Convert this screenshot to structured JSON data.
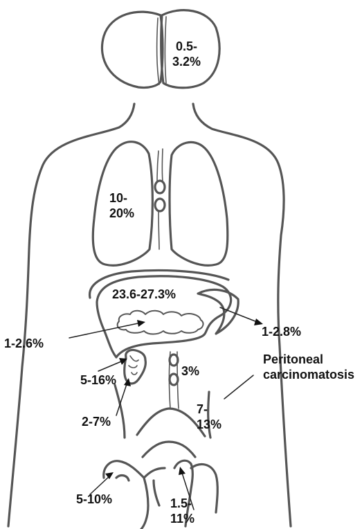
{
  "labels": {
    "brain": [
      "0.5-",
      "3.2%"
    ],
    "lung": [
      "10-",
      "20%"
    ],
    "liver": "23.6-27.3%",
    "spleen": "1-2.8%",
    "pancreas": "1-2.6%",
    "gallbladder": "5-16%",
    "kidney": "3%",
    "peritoneal_title": [
      "Peritoneal",
      "carcinomatosis"
    ],
    "peritoneal_value": [
      "7-",
      "13%"
    ],
    "bowel": "2-7%",
    "uterus": "5-10%",
    "ovary": [
      "1.5-",
      "11%"
    ]
  }
}
